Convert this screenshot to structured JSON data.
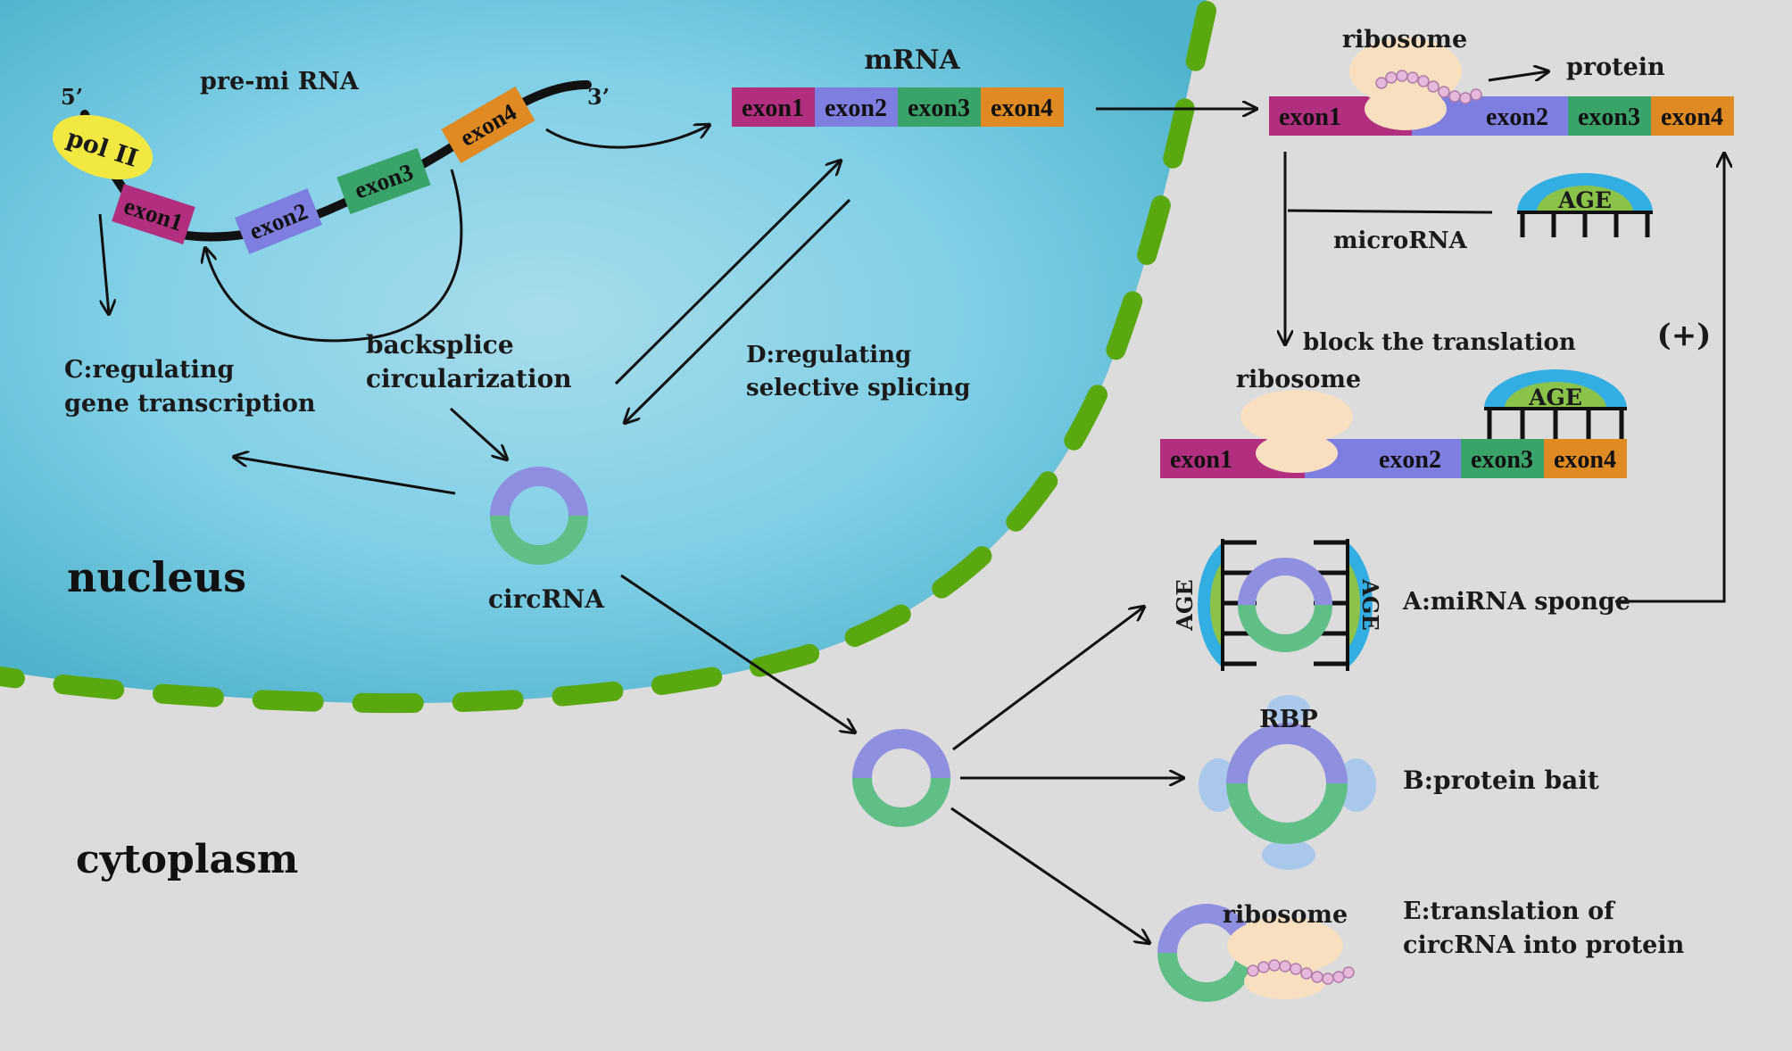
{
  "colors": {
    "background": "#dcdcdc",
    "nucleus_fill": "#5bbcd3",
    "membrane": "#5aa80f",
    "exon1": "#b12f7e",
    "exon2": "#7d7ee0",
    "exon3": "#3aa36a",
    "exon4": "#df8a22",
    "ribosome": "#f7dfc0",
    "pol_ii": "#f2e842",
    "mirna_cap": "#33aee3",
    "mirna_core": "#8bc34a",
    "circ_top": "#8f8fe0",
    "circ_bottom": "#5fbf86",
    "rbp": "#a9c8ec"
  },
  "labels": {
    "pre_mi_rna": "pre-mi RNA",
    "five_prime": "5’",
    "three_prime": "3’",
    "pol_ii": "pol II",
    "mrna": "mRNA",
    "ribosome": "ribosome",
    "protein": "protein",
    "microrna": "microRNA",
    "age": "AGE",
    "block_translation": "block the translation",
    "plus": "(+)",
    "backsplice_line1": "backsplice",
    "backsplice_line2": "circularization",
    "c_line1": "C:regulating",
    "c_line2": "gene transcription",
    "d_line1": "D:regulating",
    "d_line2": "selective splicing",
    "circrna": "circRNA",
    "nucleus": "nucleus",
    "cytoplasm": "cytoplasm",
    "a_sponge": "A:miRNA sponge",
    "rbp": "RBP",
    "b_bait": "B:protein bait",
    "e_line1": "E:translation of",
    "e_line2": "circRNA into protein"
  },
  "exons": {
    "exon1": "exon1",
    "exon2": "exon2",
    "exon3": "exon3",
    "exon4": "exon4"
  }
}
